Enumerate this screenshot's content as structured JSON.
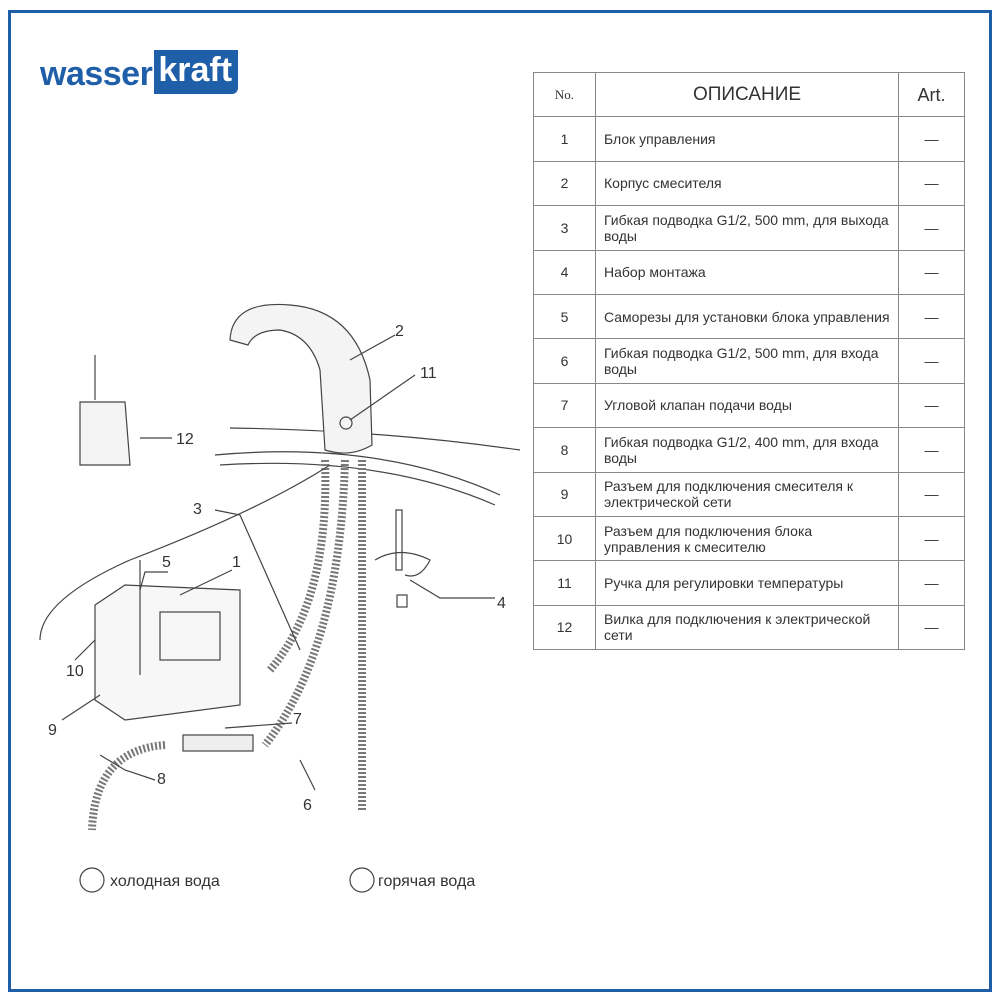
{
  "brand": {
    "part1": "wasser",
    "part2": "kraft"
  },
  "table": {
    "headers": {
      "no": "No.",
      "description": "ОПИСАНИЕ",
      "art": "Art."
    },
    "rows": [
      {
        "no": "1",
        "description": "Блок управления",
        "art": "—"
      },
      {
        "no": "2",
        "description": "Корпус смесителя",
        "art": "—"
      },
      {
        "no": "3",
        "description": "Гибкая подводка G1/2, 500 mm, для выхода воды",
        "art": "—"
      },
      {
        "no": "4",
        "description": "Набор монтажа",
        "art": "—"
      },
      {
        "no": "5",
        "description": "Саморезы для установки блока управления",
        "art": "—"
      },
      {
        "no": "6",
        "description": "Гибкая подводка G1/2, 500 mm, для входа воды",
        "art": "—"
      },
      {
        "no": "7",
        "description": "Угловой клапан подачи воды",
        "art": "—"
      },
      {
        "no": "8",
        "description": "Гибкая подводка G1/2, 400 mm, для входа воды",
        "art": "—"
      },
      {
        "no": "9",
        "description": "Разъем для подключения смесителя к электрической сети",
        "art": "—"
      },
      {
        "no": "10",
        "description": "Разъем для подключения блока управления к смесителю",
        "art": "—"
      },
      {
        "no": "11",
        "description": "Ручка для регулировки температуры",
        "art": "—"
      },
      {
        "no": "12",
        "description": "Вилка для подключения к электрической сети",
        "art": "—"
      }
    ]
  },
  "diagram": {
    "callouts": [
      "1",
      "2",
      "3",
      "4",
      "5",
      "6",
      "7",
      "8",
      "9",
      "10",
      "11",
      "12"
    ],
    "cold_water": "холодная вода",
    "hot_water": "горячая вода"
  }
}
